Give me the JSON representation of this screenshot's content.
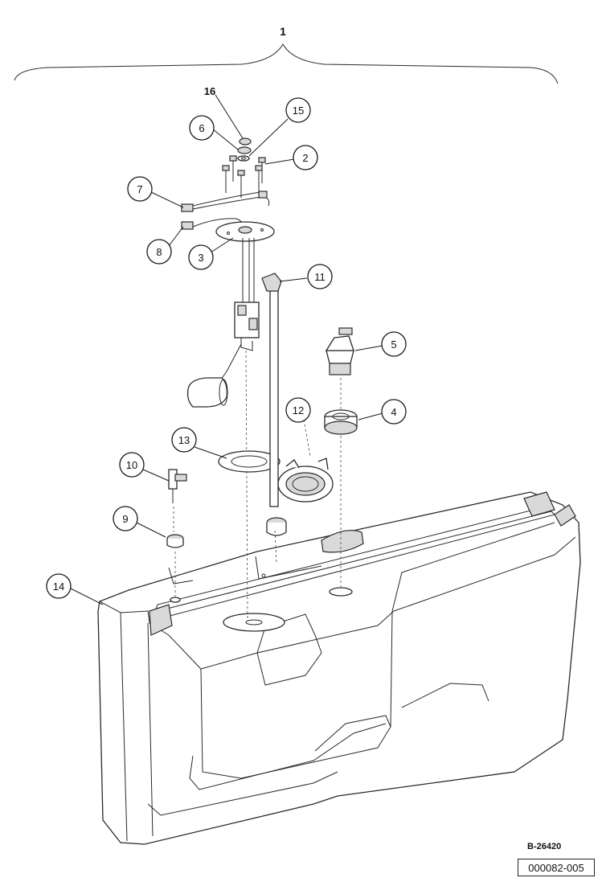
{
  "assembly_label": "1",
  "callouts": {
    "c2": "2",
    "c3": "3",
    "c4": "4",
    "c5": "5",
    "c6": "6",
    "c7": "7",
    "c8": "8",
    "c9": "9",
    "c10": "10",
    "c11": "11",
    "c12": "12",
    "c13": "13",
    "c14": "14",
    "c15": "15",
    "c16": "16"
  },
  "drawing_ref": "B-26420",
  "doc_number": "000082-005"
}
